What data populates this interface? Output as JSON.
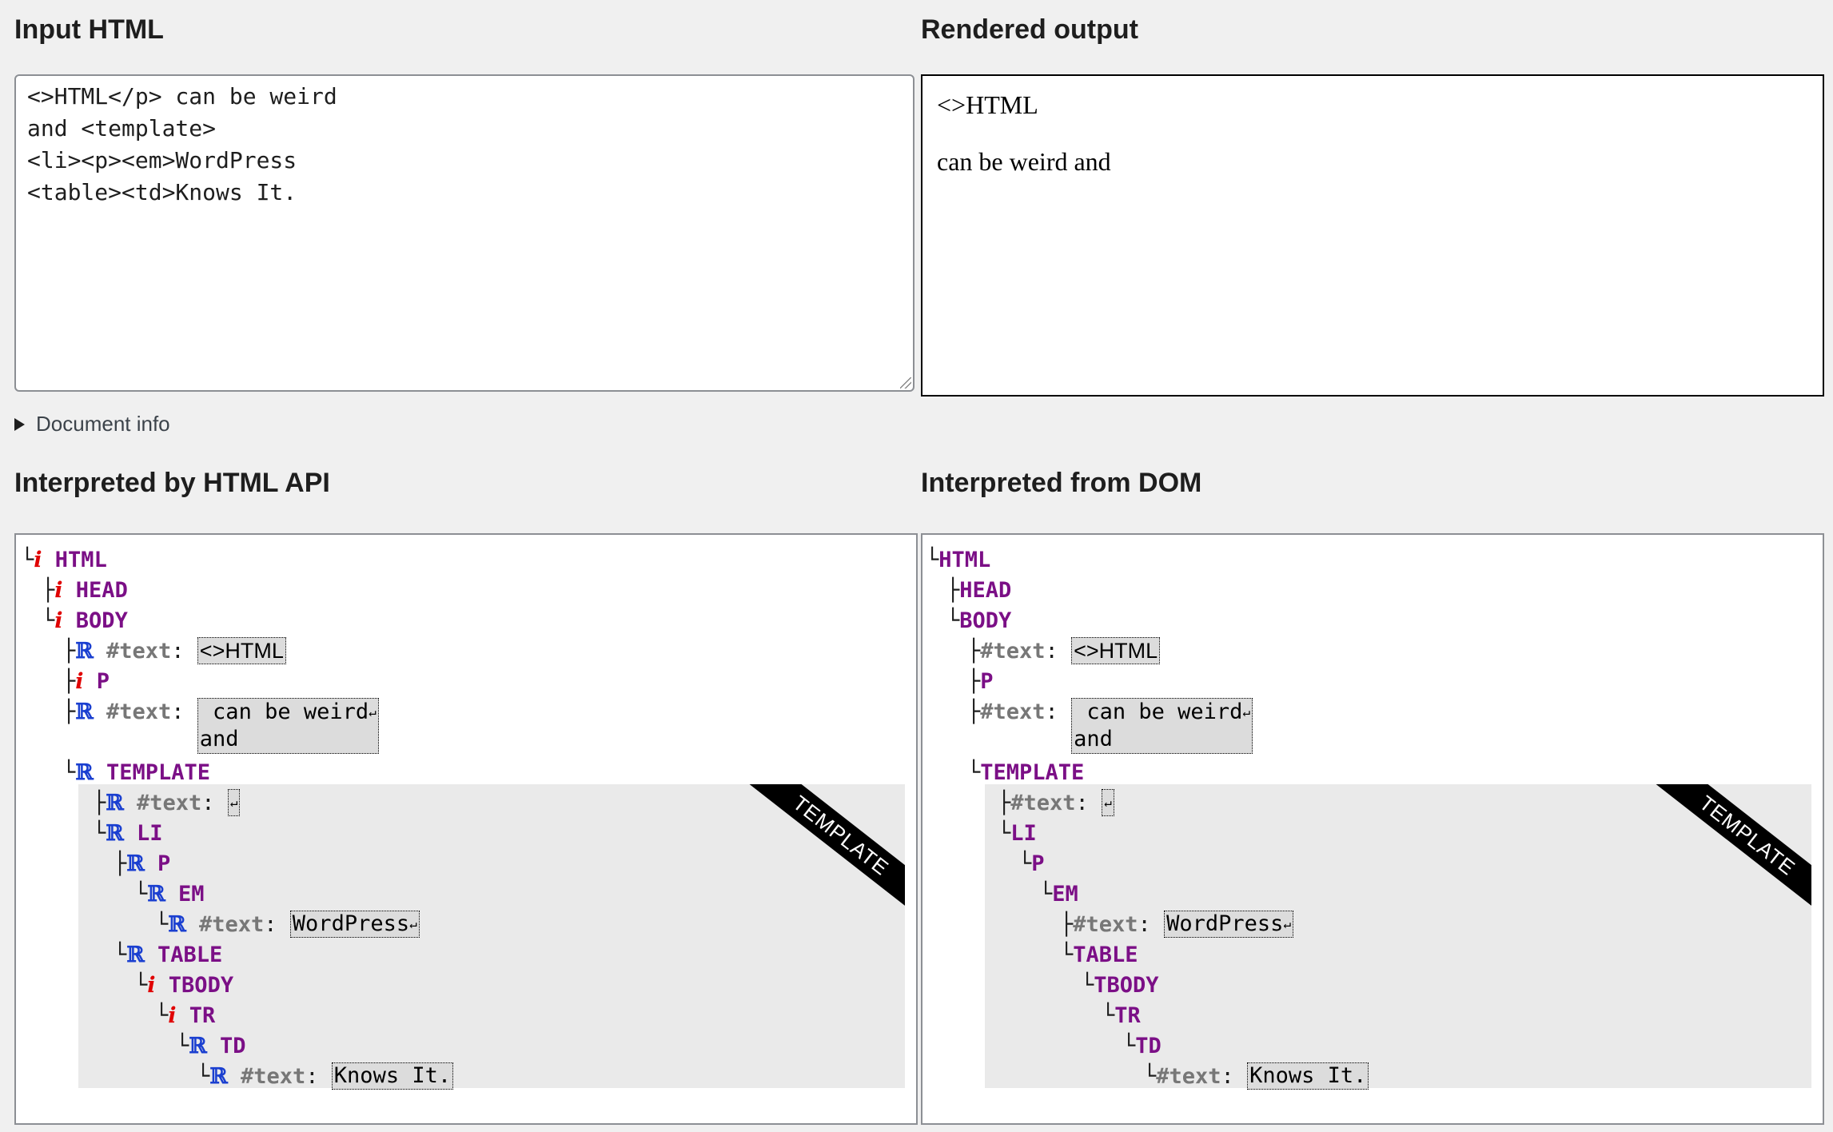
{
  "panels": {
    "input_title": "Input HTML",
    "render_title": "Rendered output",
    "api_title": "Interpreted by HTML API",
    "dom_title": "Interpreted from DOM"
  },
  "input_html": "<>HTML</p> can be weird\nand <template>\n<li><p><em>WordPress\n<table><td>Knows It.",
  "rendered": {
    "line1": "<>HTML",
    "line2": "can be weird and"
  },
  "document_info_label": "Document info",
  "template_ribbon": "TEMPLATE",
  "tree": {
    "colon": ":",
    "nl_glyph": "↵",
    "html": "HTML",
    "head": "HEAD",
    "body": "BODY",
    "text_label": "#text",
    "text1": "<>HTML",
    "p": "P",
    "text2_a": " can be weird",
    "text2_b": "and",
    "template": "TEMPLATE",
    "li": "LI",
    "em": "EM",
    "text_wp": "WordPress",
    "table": "TABLE",
    "tbody": "TBODY",
    "tr": "TR",
    "td": "TD",
    "text_ki": "Knows It.",
    "i_badge": "i",
    "r_badge": "ℝ"
  },
  "colors": {
    "tag": "#7b0f86",
    "text_label": "#777777",
    "i_badge": "#e00000",
    "r_badge": "#1a3fd0"
  }
}
